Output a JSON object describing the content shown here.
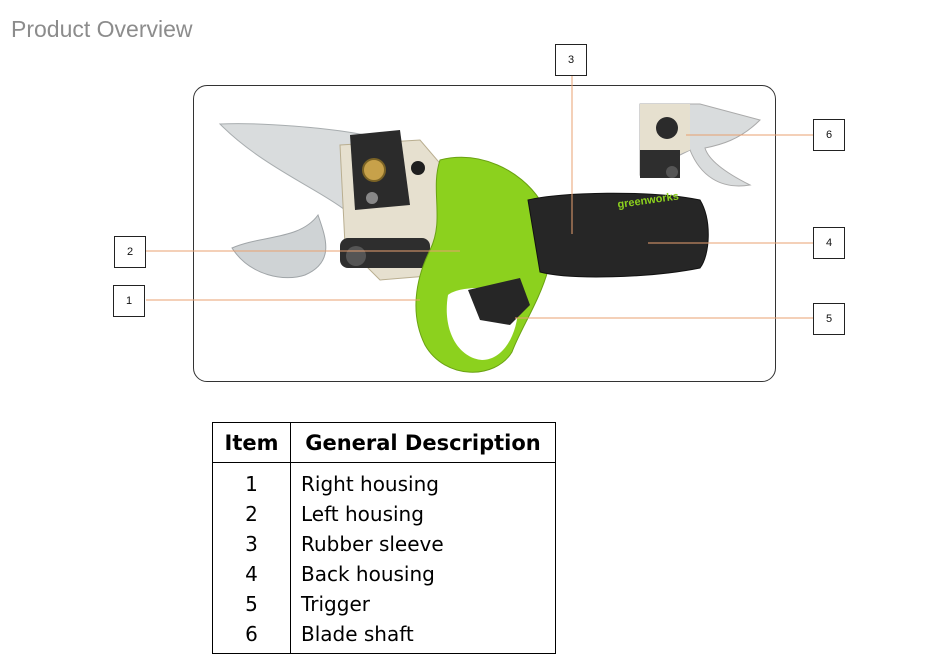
{
  "page": {
    "title": "Product Overview"
  },
  "photo": {
    "brand": "greenworks",
    "accent_color": "#8cd11e",
    "callouts": [
      {
        "label": "1"
      },
      {
        "label": "2"
      },
      {
        "label": "3"
      },
      {
        "label": "4"
      },
      {
        "label": "5"
      },
      {
        "label": "6"
      }
    ]
  },
  "table": {
    "headers": [
      "Item",
      "General Description"
    ],
    "rows": [
      {
        "item": "1",
        "description": "Right  housing"
      },
      {
        "item": "2",
        "description": "Left  housing"
      },
      {
        "item": "3",
        "description": "Rubber  sleeve"
      },
      {
        "item": "4",
        "description": "Back  housing"
      },
      {
        "item": "5",
        "description": "Trigger"
      },
      {
        "item": "6",
        "description": "Blade  shaft"
      }
    ]
  }
}
